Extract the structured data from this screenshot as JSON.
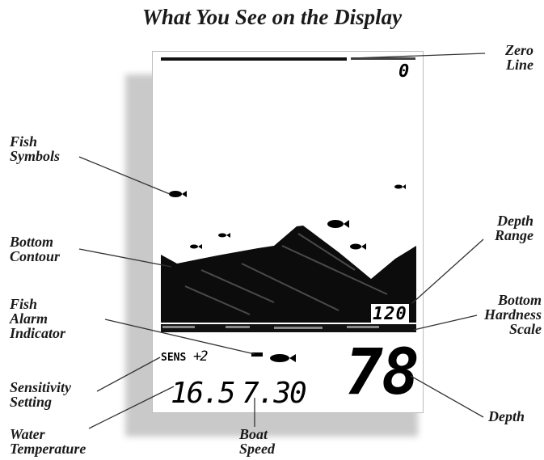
{
  "title": "What You See on the Display",
  "labels": {
    "zero_line": [
      "Zero",
      "Line"
    ],
    "fish_symbols": [
      "Fish",
      "Symbols"
    ],
    "bottom_contour": [
      "Bottom",
      "Contour"
    ],
    "fish_alarm_indicator": [
      "Fish",
      "Alarm",
      "Indicator"
    ],
    "sensitivity_setting": [
      "Sensitivity",
      "Setting"
    ],
    "water_temperature": [
      "Water",
      "Temperature"
    ],
    "boat_speed": [
      "Boat",
      "Speed"
    ],
    "depth_range": [
      "Depth",
      "Range"
    ],
    "bottom_hardness_scale": [
      "Bottom",
      "Hardness",
      "Scale"
    ],
    "depth": [
      "Depth"
    ]
  },
  "display": {
    "zero_value": "0",
    "depth_range_value": "120",
    "sens_label": "SENS",
    "sens_value": "+2",
    "water_temp_value": "16.5",
    "boat_speed_value": "7.30",
    "depth_value": "78"
  },
  "colors": {
    "ink": "#000000",
    "screen_bg": "#ffffff",
    "shadow": "#c9c9c9",
    "leader_line": "#333333"
  }
}
